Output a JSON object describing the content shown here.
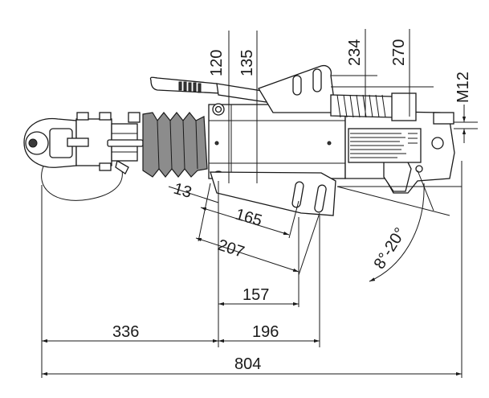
{
  "dimensions": {
    "d120": "120",
    "d135": "135",
    "d234": "234",
    "d270": "270",
    "m12": "M12",
    "d13": "13",
    "d165": "165",
    "d207": "207",
    "d157": "157",
    "d336": "336",
    "d196": "196",
    "d804": "804",
    "angle": "8°-20°"
  }
}
